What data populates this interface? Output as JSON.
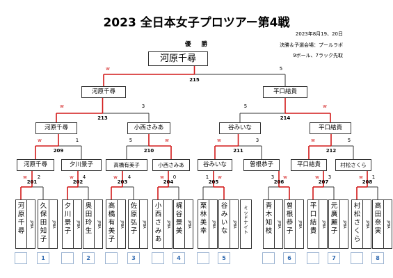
{
  "header": {
    "title": "2023 全日本女子プロツアー第4戦",
    "dates": "2023年8月19、20日",
    "venue": "決勝＆予選会場：プールラボ",
    "rules": "9ボール、7ラック先取",
    "winner_label": "優 勝"
  },
  "champion": "河原千尋",
  "players": [
    {
      "name": "河原千尋",
      "assoc": "JPBA",
      "seed": ""
    },
    {
      "name": "久保田知子",
      "assoc": "JPBA",
      "seed": "1"
    },
    {
      "name": "夕川景子",
      "assoc": "JPBA",
      "seed": ""
    },
    {
      "name": "奥田玲生",
      "assoc": "JPBA",
      "seed": "2"
    },
    {
      "name": "高橋有美子",
      "assoc": "JPBA",
      "seed": ""
    },
    {
      "name": "佐原弘子",
      "assoc": "JPBA",
      "seed": "3"
    },
    {
      "name": "小西さみあ",
      "assoc": "JPBA",
      "seed": ""
    },
    {
      "name": "梶谷景美",
      "assoc": "JPBA",
      "seed": "4"
    },
    {
      "name": "栗林美幸",
      "assoc": "JPBA",
      "seed": ""
    },
    {
      "name": "谷みいな",
      "assoc": "JPBA",
      "seed": "5"
    },
    {
      "name": "ミッドナイト",
      "assoc": "",
      "seed": ""
    },
    {
      "name": "青木知枝",
      "assoc": "JPBA",
      "seed": ""
    },
    {
      "name": "曽根恭子",
      "assoc": "JPBA",
      "seed": "6"
    },
    {
      "name": "平口結貴",
      "assoc": "JPBA",
      "seed": ""
    },
    {
      "name": "元廣麗子",
      "assoc": "JPBA",
      "seed": "7"
    },
    {
      "name": "村松さくら",
      "assoc": "JPBA",
      "seed": ""
    },
    {
      "name": "高田奈実",
      "assoc": "JPBA",
      "seed": "8"
    }
  ],
  "round1": [
    {
      "no": "201",
      "left": "w",
      "right": "2",
      "winner": "河原千尋"
    },
    {
      "no": "202",
      "left": "w",
      "right": "4",
      "winner": "夕川景子"
    },
    {
      "no": "203",
      "left": "w",
      "right": "4",
      "winner": "高橋有美子"
    },
    {
      "no": "204",
      "left": "w",
      "right": "0",
      "winner": "小西さみあ"
    },
    {
      "no": "205",
      "left": "1",
      "right": "w",
      "winner": "谷みいな"
    },
    {
      "no": "206",
      "left": "3",
      "right": "w",
      "winner": "曽根恭子"
    },
    {
      "no": "207",
      "left": "w",
      "right": "3",
      "winner": "平口結貴"
    },
    {
      "no": "208",
      "left": "w",
      "right": "1",
      "winner": "村松さくら"
    }
  ],
  "round2": [
    {
      "no": "209",
      "left": "w",
      "right": "1",
      "winner": "河原千尋"
    },
    {
      "no": "210",
      "left": "5",
      "right": "w",
      "winner": "小西さみあ"
    },
    {
      "no": "211",
      "left": "w",
      "right": "3",
      "winner": "谷みいな"
    },
    {
      "no": "212",
      "left": "w",
      "right": "5",
      "winner": "平口結貴"
    }
  ],
  "round3": [
    {
      "no": "213",
      "left": "w",
      "right": "3",
      "winner": "河原千尋"
    },
    {
      "no": "214",
      "left": "5",
      "right": "w",
      "winner": "平口結貴"
    }
  ],
  "final": {
    "no": "215",
    "left": "w",
    "right": "5"
  },
  "colors": {
    "win": "#d21818",
    "seed": "#2d68b0",
    "line": "#333333"
  }
}
